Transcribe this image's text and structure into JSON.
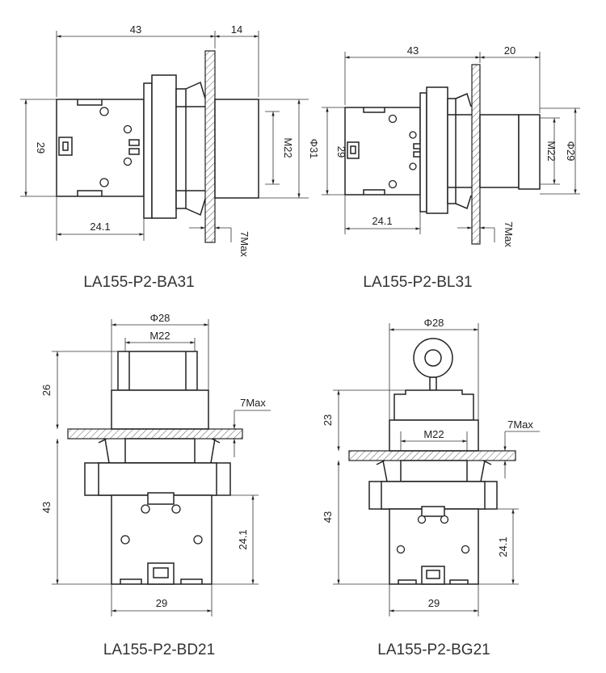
{
  "views": [
    {
      "model": "LA155-P2-BA31",
      "dims": {
        "length": "43",
        "protrusion": "14",
        "height": "29",
        "thread": "M22",
        "diameter": "Φ31",
        "base": "24.1",
        "panel": "7Max"
      }
    },
    {
      "model": "LA155-P2-BL31",
      "dims": {
        "length": "43",
        "protrusion": "20",
        "height": "29",
        "thread": "M22",
        "diameter": "Φ29",
        "base": "24.1",
        "panel": "7Max"
      }
    },
    {
      "model": "LA155-P2-BD21",
      "dims": {
        "diameter": "Φ28",
        "thread": "M22",
        "head": "26",
        "panel": "7Max",
        "length": "43",
        "base": "24.1",
        "width": "29"
      }
    },
    {
      "model": "LA155-P2-BG21",
      "dims": {
        "diameter": "Φ28",
        "thread": "M22",
        "head": "23",
        "panel": "7Max",
        "length": "43",
        "base": "24.1",
        "width": "29"
      }
    }
  ]
}
